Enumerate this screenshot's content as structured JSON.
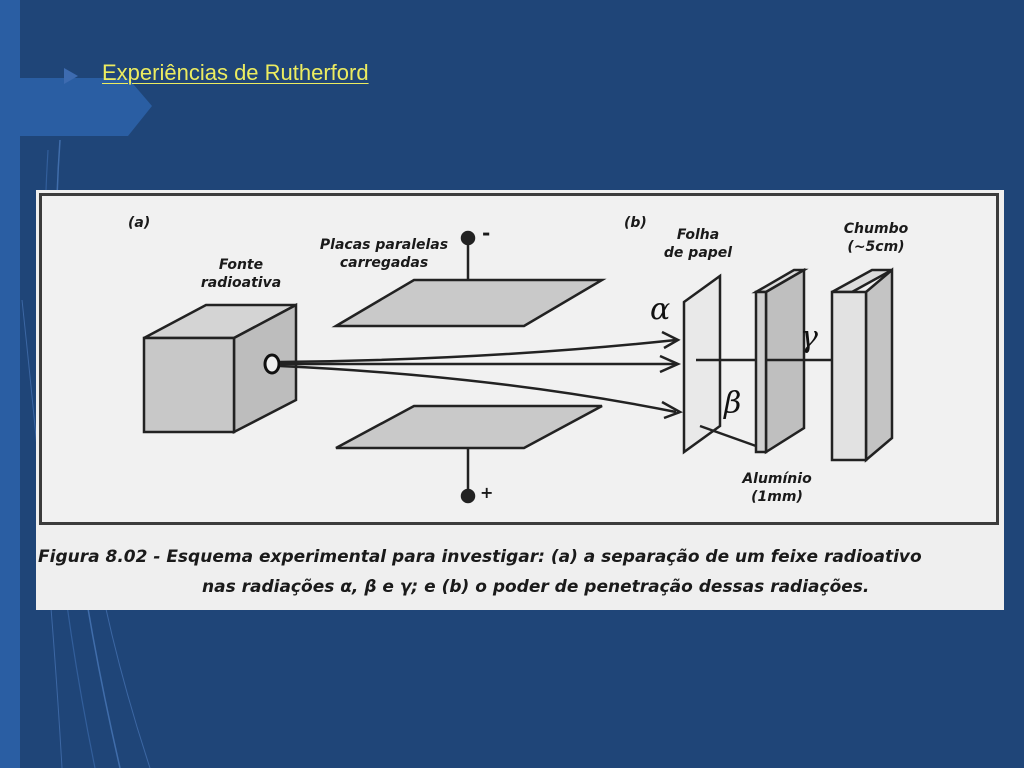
{
  "slide": {
    "title": "Experiências de Rutherford"
  },
  "figure": {
    "panel_a": {
      "label": "(a)",
      "source_label": "Fonte\nradioativa",
      "plates_label": "Placas paralelas\ncarregadas",
      "negative_sign": "-",
      "positive_sign": "+"
    },
    "panel_b": {
      "label": "(b)",
      "paper_label": "Folha\nde papel",
      "lead_label": "Chumbo\n(~5cm)",
      "aluminum_label": "Alumínio\n(1mm)"
    },
    "symbols": {
      "alpha": "α",
      "beta": "β",
      "gamma": "γ"
    },
    "caption": {
      "line1": "Figura 8.02 - Esquema experimental para investigar: (a) a separação de um feixe radioativo",
      "line2": "nas radiações α, β e γ; e (b) o poder de penetração dessas radiações."
    }
  },
  "colors": {
    "background": "#1f4578",
    "accent": "#2a5ea3",
    "title": "#ecec60"
  }
}
